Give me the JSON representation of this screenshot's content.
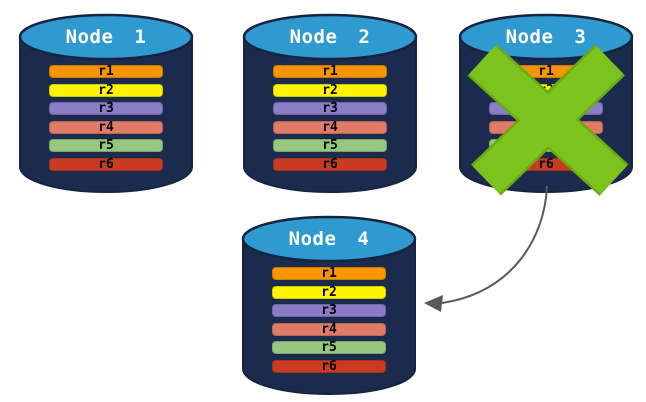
{
  "diagram": {
    "nodes": [
      {
        "label": "Node 1",
        "failed": false,
        "rows": [
          {
            "label": "r1",
            "color": "#F89500"
          },
          {
            "label": "r2",
            "color": "#FFF500"
          },
          {
            "label": "r3",
            "color": "#8B7CC8"
          },
          {
            "label": "r4",
            "color": "#E07B68"
          },
          {
            "label": "r5",
            "color": "#97C77E"
          },
          {
            "label": "r6",
            "color": "#C93B20"
          }
        ]
      },
      {
        "label": "Node 2",
        "failed": false,
        "rows": [
          {
            "label": "r1",
            "color": "#F89500"
          },
          {
            "label": "r2",
            "color": "#FFF500"
          },
          {
            "label": "r3",
            "color": "#8B7CC8"
          },
          {
            "label": "r4",
            "color": "#E07B68"
          },
          {
            "label": "r5",
            "color": "#97C77E"
          },
          {
            "label": "r6",
            "color": "#C93B20"
          }
        ]
      },
      {
        "label": "Node 3",
        "failed": true,
        "rows": [
          {
            "label": "r1",
            "color": "#F89500"
          },
          {
            "label": "r2",
            "color": "#FFF500"
          },
          {
            "label": "r3",
            "color": "#8B7CC8"
          },
          {
            "label": "r4",
            "color": "#E07B68"
          },
          {
            "label": "r5",
            "color": "#97C77E"
          },
          {
            "label": "r6",
            "color": "#C93B20"
          }
        ]
      },
      {
        "label": "Node 4",
        "failed": false,
        "rows": [
          {
            "label": "r1",
            "color": "#F89500"
          },
          {
            "label": "r2",
            "color": "#FFF500"
          },
          {
            "label": "r3",
            "color": "#8B7CC8"
          },
          {
            "label": "r4",
            "color": "#E07B68"
          },
          {
            "label": "r5",
            "color": "#97C77E"
          },
          {
            "label": "r6",
            "color": "#C93B20"
          }
        ]
      }
    ],
    "arrow": {
      "from_node": "Node 3",
      "to_node": "Node 4"
    },
    "colors": {
      "cylinder_body": "#1B2B4D",
      "cylinder_top": "#2F9AD0",
      "cylinder_outline": "#152540",
      "fail_x": "#7CC31D",
      "fail_x_edge": "#6BA913",
      "arrow": "#595959",
      "node_label_text": "#FFFFFF",
      "row_text": "#000000"
    }
  }
}
